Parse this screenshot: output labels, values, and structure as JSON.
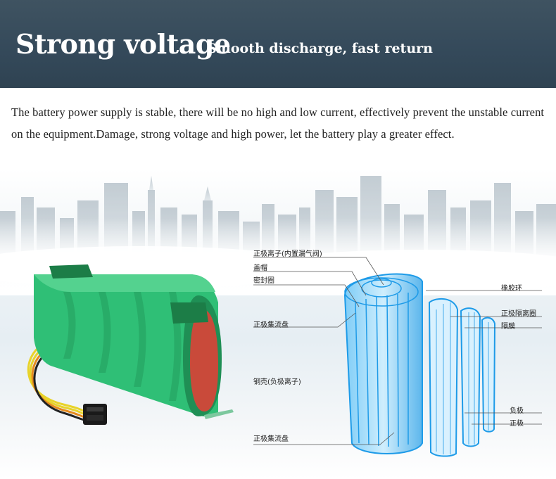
{
  "banner": {
    "title": "Strong voltage",
    "subtitle": "Smooth discharge, fast return"
  },
  "description": "The battery power supply is stable, there will be no high and low current, effectively prevent the unstable current on the equipment.Damage, strong voltage and high power, let the battery play a greater effect.",
  "diagram": {
    "labels": {
      "positive_ion_cap": "正极离子(内置漏气阀)",
      "cap": "盖帽",
      "seal_ring": "密封圈",
      "positive_collector_top": "正极集流盘",
      "rubber_ring": "橡胶环",
      "positive_separator_ring": "正极隔离圈",
      "separator": "隔膜",
      "steel_shell": "钢壳(负极离子)",
      "negative": "负极",
      "positive": "正极",
      "positive_collector_bottom": "正极集流盘"
    }
  },
  "colors": {
    "banner_bg": "#34495a",
    "battery_green": "#2eb872",
    "battery_dark_green": "#1f7f4c",
    "cell_blue": "#1e9be8"
  }
}
